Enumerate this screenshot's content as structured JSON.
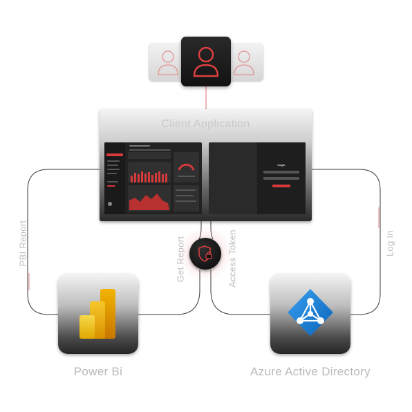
{
  "client_app": {
    "title": "Client Application"
  },
  "dashboard_mock": {
    "login_title": "Login"
  },
  "connectors": {
    "pbi_report": "PBI Report",
    "get_report": "Get Report",
    "access_token": "Access Token",
    "log_in": "Log In"
  },
  "nodes": {
    "power_bi": {
      "label": "Power Bi",
      "icon": "power-bi-logo-icon"
    },
    "azure_ad": {
      "label": "Azure Active Directory",
      "icon": "azure-ad-logo-icon"
    },
    "user": {
      "icon": "user-icon"
    },
    "security": {
      "icon": "shield-lock-icon"
    }
  },
  "colors": {
    "accent": "#e04040",
    "wire": "#3a3a3a",
    "caption": "#b9b9b9",
    "azure_blue": "#1a7fd4",
    "powerbi_yellow": "#f2c811"
  }
}
